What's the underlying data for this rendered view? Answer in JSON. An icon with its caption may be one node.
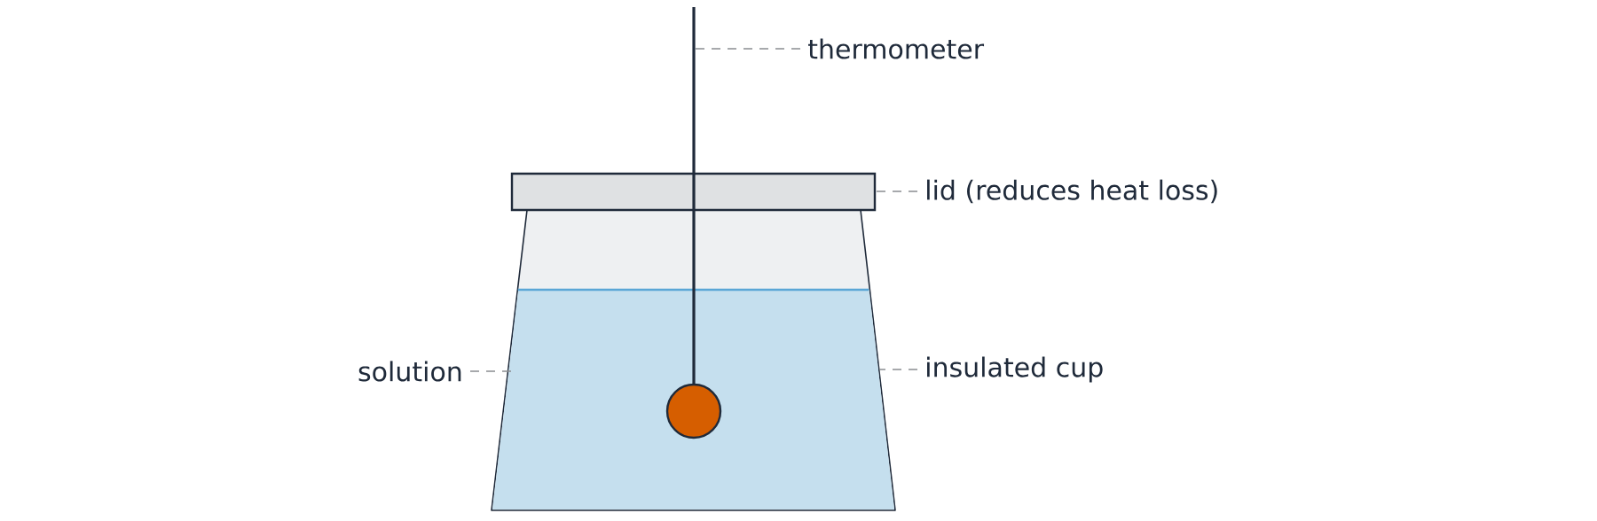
{
  "diagram": {
    "nodes": [
      {
        "text": [
          "thermometer"
        ]
      },
      {
        "text": [],
        "shape": "thermometer"
      },
      {
        "text": [
          "lid (reduces heat loss)"
        ]
      },
      {
        "text": [],
        "shape": "box"
      },
      {
        "text": [
          "solution"
        ]
      },
      {
        "text": [],
        "shape": "liquid",
        "in": 7
      },
      {
        "text": [
          "insulated cup"
        ]
      },
      {
        "text": [],
        "shape": "cup"
      }
    ],
    "edges": [
      {
        "from": 0,
        "to": 1,
        "arrow": "none",
        "style": "dashed"
      },
      {
        "from": 2,
        "to": 3,
        "arrow": "none",
        "style": "dashed"
      },
      {
        "from": 4,
        "to": 5,
        "arrow": "none",
        "style": "dashed"
      },
      {
        "from": 6,
        "to": 7,
        "arrow": "none",
        "style": "dashed"
      }
    ]
  }
}
